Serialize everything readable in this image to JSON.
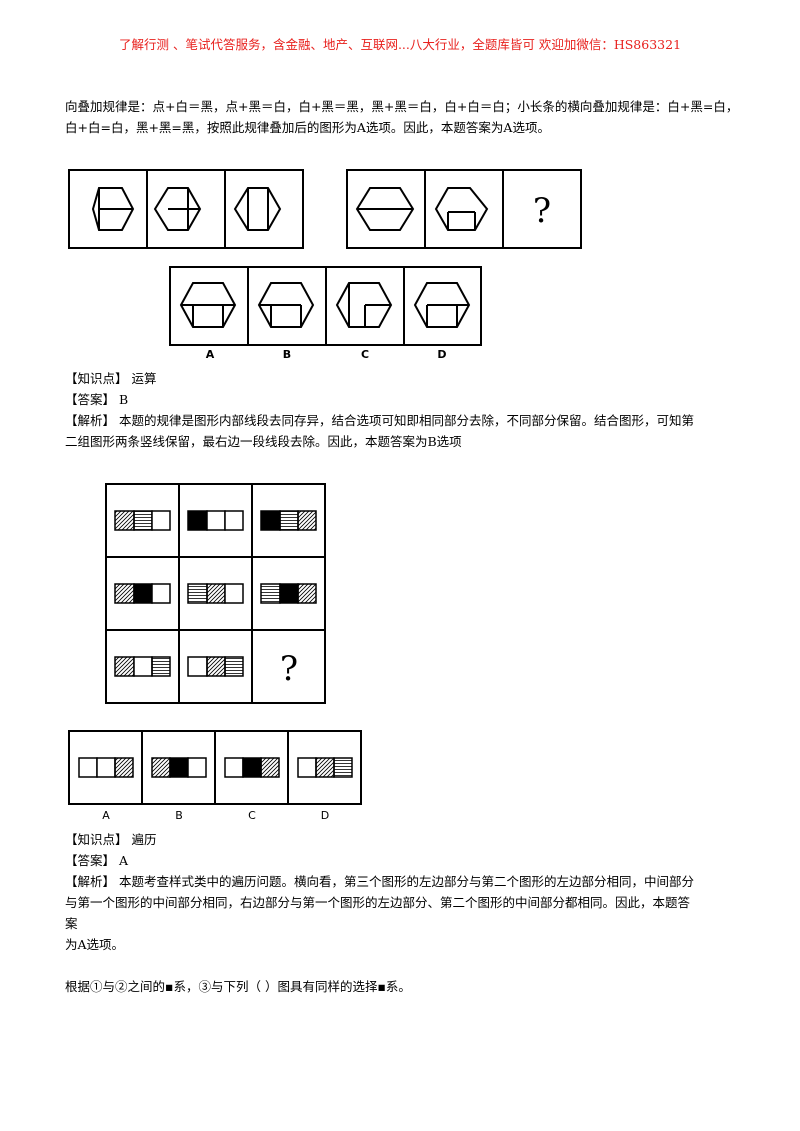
{
  "header": "了解行测 、笔试代答服务，含金融、地产、互联网...八大行业，全题库皆可 欢迎加微信：HS863321",
  "intro": [
    "向叠加规律是：点+白＝黑，点+黑＝白，白+黑＝黑，黑+黑＝白，白+白＝白；小长条的横向叠加规律是：白+黑=白，",
    "白+白=白，黑+黑=黑，按照此规律叠加后的图形为A选项。因此，本题答案为A选项。"
  ],
  "q1": {
    "question_mark": "?",
    "options": [
      "A",
      "B",
      "C",
      "D"
    ],
    "knowledge": "【知识点】 运算",
    "answer": "【答案】 B",
    "analysis": [
      "【解析】 本题的规律是图形内部线段去同存异，结合选项可知即相同部分去除，不同部分保留。结合图形，可知第",
      "二组图形两条竖线保留，最右边一段线段去除。因此，本题答案为B选项"
    ]
  },
  "q2": {
    "question_mark": "?",
    "options": [
      "A",
      "B",
      "C",
      "D"
    ],
    "knowledge": "【知识点】 遍历",
    "answer": "【答案】 A",
    "analysis": [
      "【解析】 本题考查样式类中的遍历问题。横向看，第三个图形的左边部分与第二个图形的左边部分相同，中间部分",
      "与第一个图形的中间部分相同，右边部分与第一个图形的左边部分、第二个图形的中间部分都相同。因此，本题答",
      "案",
      "为A选项。"
    ]
  },
  "next_question": "根据①与②之间的▪系，③与下列（ ）图具有同样的选择▪系。"
}
